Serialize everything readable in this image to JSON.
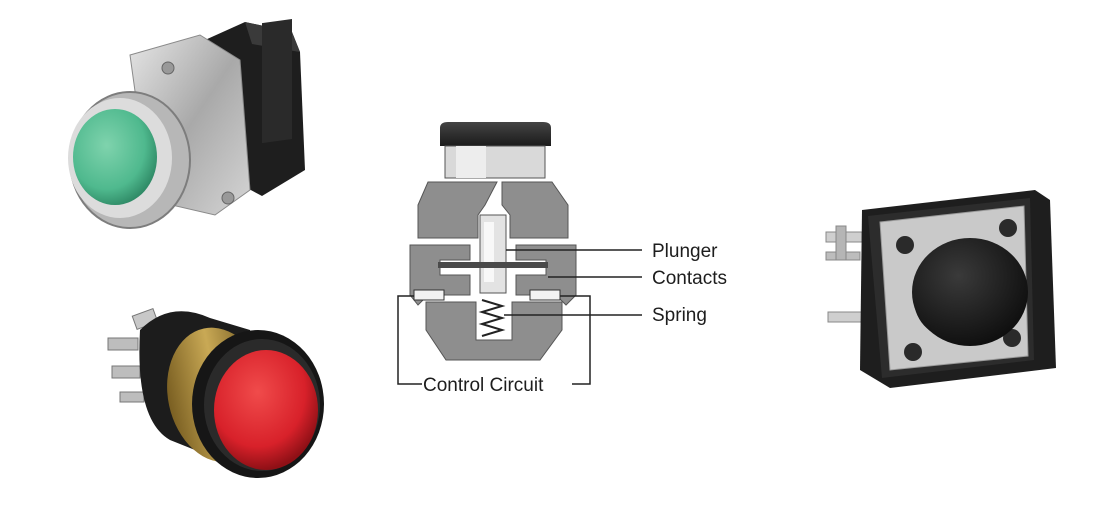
{
  "images": {
    "green_button": {
      "icon": "green-industrial-pushbutton",
      "cap_color": "#4fb98e",
      "body_color": "#bfbfbf"
    },
    "red_button": {
      "icon": "red-round-pushbutton",
      "cap_color": "#d8212a",
      "ring_color": "#b8973a"
    },
    "tactile_switch": {
      "icon": "black-tactile-switch",
      "cap_color": "#1a1a1a"
    }
  },
  "diagram": {
    "labels": {
      "plunger": "Plunger",
      "contacts": "Contacts",
      "spring": "Spring",
      "control_circuit": "Control Circuit"
    },
    "colors": {
      "body": "#8a8a8a",
      "cap": "#2b2b2b",
      "outline": "#3a3a3a"
    }
  }
}
